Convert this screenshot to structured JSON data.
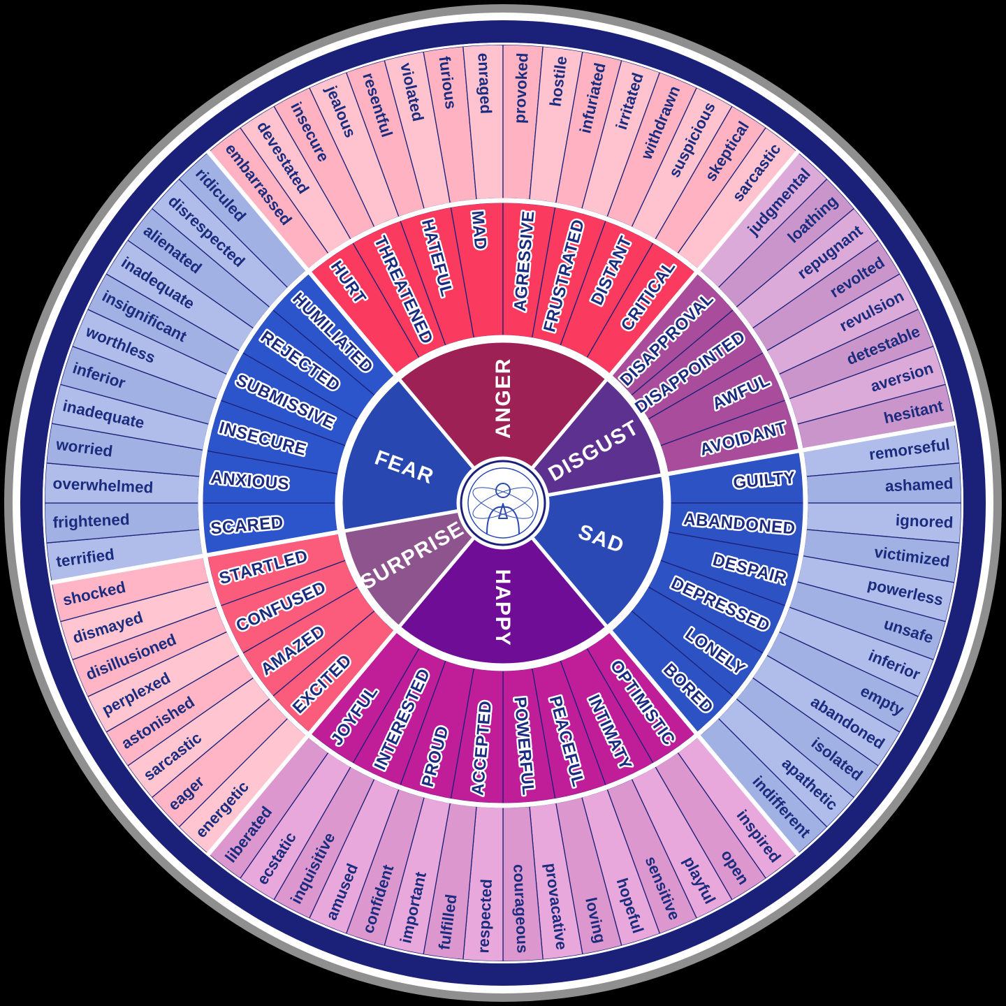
{
  "colors": {
    "background": "#000000",
    "rim_gray": "#8f8f8f",
    "rim_white": "#ffffff",
    "rim_navy": "#1b2178",
    "divider_navy": "#1b2178",
    "text_navy": "#1b2b7d",
    "core_text": "#ffffff",
    "icon_blue": "#2b49b5"
  },
  "center_icon": "praying-person-icon",
  "layout": {
    "start_angle_deg": -40,
    "segment_deg": 10
  },
  "sections": [
    {
      "label": "ANGER",
      "core_color": "#9e2155",
      "mid_color": "#fa3a5e",
      "outer_colors": [
        "#ffb3c2",
        "#ffc3d0"
      ],
      "children": [
        {
          "label": "HURT",
          "words": [
            "embarrassed",
            "devestated"
          ]
        },
        {
          "label": "THREATENED",
          "words": [
            "insecure",
            "jealous"
          ]
        },
        {
          "label": "HATEFUL",
          "words": [
            "resentful",
            "violated"
          ]
        },
        {
          "label": "MAD",
          "words": [
            "furious",
            "enraged"
          ]
        },
        {
          "label": "AGRESSIVE",
          "words": [
            "provoked",
            "hostile"
          ]
        },
        {
          "label": "FRUSTRATED",
          "words": [
            "infuriated",
            "irritated"
          ]
        },
        {
          "label": "DISTANT",
          "words": [
            "withdrawn",
            "suspicious"
          ]
        },
        {
          "label": "CRITICAL",
          "words": [
            "skeptical",
            "sarcastic"
          ]
        }
      ]
    },
    {
      "label": "DISGUST",
      "core_color": "#5d3190",
      "mid_color": "#a84c9b",
      "outer_colors": [
        "#dcaad9",
        "#c995cb"
      ],
      "children": [
        {
          "label": "DISAPPROVAL",
          "words": [
            "judgmental",
            "loathing"
          ]
        },
        {
          "label": "DISAPPOINTED",
          "words": [
            "repugnant",
            "revolted"
          ]
        },
        {
          "label": "AWFUL",
          "words": [
            "revulsion",
            "detestable"
          ]
        },
        {
          "label": "AVOIDANT",
          "words": [
            "aversion",
            "hesitant"
          ]
        }
      ]
    },
    {
      "label": "SAD",
      "core_color": "#2b49b5",
      "mid_color": "#2d52c4",
      "outer_colors": [
        "#b0bdea",
        "#a1b1e4"
      ],
      "children": [
        {
          "label": "GUILTY",
          "words": [
            "remorseful",
            "ashamed"
          ]
        },
        {
          "label": "ABANDONED",
          "words": [
            "ignored",
            "victimized"
          ]
        },
        {
          "label": "DESPAIR",
          "words": [
            "powerless",
            "unsafe"
          ]
        },
        {
          "label": "DEPRESSED",
          "words": [
            "inferior",
            "empty"
          ]
        },
        {
          "label": "LONELY",
          "words": [
            "abandoned",
            "isolated"
          ]
        },
        {
          "label": "BORED",
          "words": [
            "apathetic",
            "indifferent"
          ]
        }
      ]
    },
    {
      "label": "HAPPY",
      "core_color": "#6f0d96",
      "mid_color": "#c01d99",
      "outer_colors": [
        "#e8a8db",
        "#db97ce"
      ],
      "children": [
        {
          "label": "OPTIMISTIC",
          "words": [
            "inspired",
            "open"
          ]
        },
        {
          "label": "INTIMATY",
          "words": [
            "playful",
            "sensitive"
          ]
        },
        {
          "label": "PEACEFUL",
          "words": [
            "hopeful",
            "loving"
          ]
        },
        {
          "label": "POWERFUL",
          "words": [
            "provacative",
            "courageous"
          ]
        },
        {
          "label": "ACCEPTED",
          "words": [
            "respected",
            "fulfilled"
          ]
        },
        {
          "label": "PROUD",
          "words": [
            "important",
            "confident"
          ]
        },
        {
          "label": "INTERESTED",
          "words": [
            "amused",
            "inquisitive"
          ]
        },
        {
          "label": "JOYFUL",
          "words": [
            "ecstatic",
            "liberated"
          ]
        }
      ]
    },
    {
      "label": "SURPRISE",
      "core_color": "#8e548e",
      "mid_color": "#fb5c7b",
      "outer_colors": [
        "#ffc6d2",
        "#ffb5c5"
      ],
      "children": [
        {
          "label": "EXCITED",
          "words": [
            "energetic",
            "eager"
          ]
        },
        {
          "label": "AMAZED",
          "words": [
            "sarcastic",
            "astonished"
          ]
        },
        {
          "label": "CONFUSED",
          "words": [
            "perplexed",
            "disillusioned"
          ]
        },
        {
          "label": "STARTLED",
          "words": [
            "dismayed",
            "shocked"
          ]
        }
      ]
    },
    {
      "label": "FEAR",
      "core_color": "#2947b0",
      "mid_color": "#2d55cb",
      "outer_colors": [
        "#b0bdea",
        "#a1b1e4"
      ],
      "children": [
        {
          "label": "SCARED",
          "words": [
            "terrified",
            "frightened"
          ]
        },
        {
          "label": "ANXIOUS",
          "words": [
            "overwhelmed",
            "worried"
          ]
        },
        {
          "label": "INSECURE",
          "words": [
            "inadequate",
            "inferior"
          ]
        },
        {
          "label": "SUBMISSIVE",
          "words": [
            "worthless",
            "insignificant"
          ]
        },
        {
          "label": "REJECTED",
          "words": [
            "inadequate",
            "alienated"
          ]
        },
        {
          "label": "HUMILIATED",
          "words": [
            "disrespected",
            "ridiculed"
          ]
        }
      ]
    }
  ]
}
